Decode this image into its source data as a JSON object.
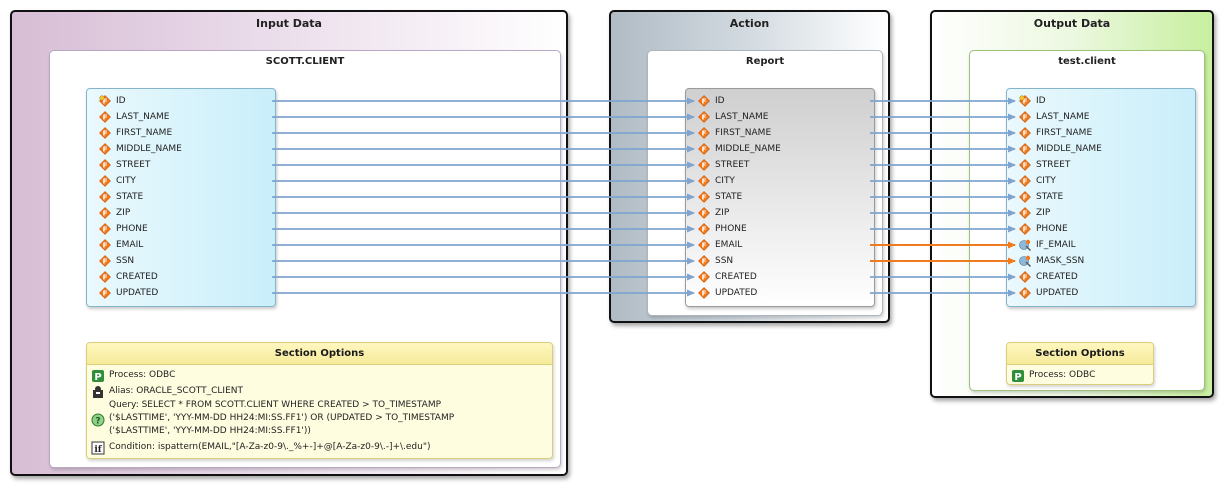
{
  "panels": {
    "input": {
      "title": "Input Data",
      "source": "SCOTT.CLIENT",
      "fields": [
        "ID",
        "LAST_NAME",
        "FIRST_NAME",
        "MIDDLE_NAME",
        "STREET",
        "CITY",
        "STATE",
        "ZIP",
        "PHONE",
        "EMAIL",
        "SSN",
        "CREATED",
        "UPDATED"
      ],
      "options": {
        "title": "Section Options",
        "process": "Process: ODBC",
        "alias": "Alias: ORACLE_SCOTT_CLIENT",
        "query_1": "Query: SELECT * FROM SCOTT.CLIENT WHERE CREATED > TO_TIMESTAMP",
        "query_2": "('$LASTTIME', 'YYY-MM-DD HH24:MI:SS.FF1') OR (UPDATED > TO_TIMESTAMP",
        "query_3": "('$LASTTIME', 'YYY-MM-DD HH24:MI:SS.FF1'))",
        "condition": "Condition: ispattern(EMAIL,\"[A-Za-z0-9\\._%+-]+@[A-Za-z0-9\\.-]+\\.edu\")"
      }
    },
    "action": {
      "title": "Action",
      "report": "Report",
      "fields": [
        "ID",
        "LAST_NAME",
        "FIRST_NAME",
        "MIDDLE_NAME",
        "STREET",
        "CITY",
        "STATE",
        "ZIP",
        "PHONE",
        "EMAIL",
        "SSN",
        "CREATED",
        "UPDATED"
      ]
    },
    "output": {
      "title": "Output Data",
      "target": "test.client",
      "fields": [
        "ID",
        "LAST_NAME",
        "FIRST_NAME",
        "MIDDLE_NAME",
        "STREET",
        "CITY",
        "STATE",
        "ZIP",
        "PHONE",
        "IF_EMAIL",
        "MASK_SSN",
        "CREATED",
        "UPDATED"
      ],
      "options": {
        "title": "Section Options",
        "process": "Process: ODBC"
      }
    }
  },
  "colors": {
    "connector_normal": "#7ea4cf",
    "connector_transformed": "#f07a1e",
    "field_icon": "#f07a1e"
  },
  "icons": {
    "field": "field-function-icon",
    "key_field": "key-field-icon",
    "transform_field": "transform-field-icon",
    "process": "process-icon",
    "alias": "alias-icon",
    "query": "query-icon",
    "condition": "condition-icon"
  },
  "connections": {
    "input_to_action": [
      "normal",
      "normal",
      "normal",
      "normal",
      "normal",
      "normal",
      "normal",
      "normal",
      "normal",
      "normal",
      "normal",
      "normal",
      "normal"
    ],
    "action_to_output": [
      "normal",
      "normal",
      "normal",
      "normal",
      "normal",
      "normal",
      "normal",
      "normal",
      "normal",
      "transformed",
      "transformed",
      "normal",
      "normal"
    ]
  }
}
